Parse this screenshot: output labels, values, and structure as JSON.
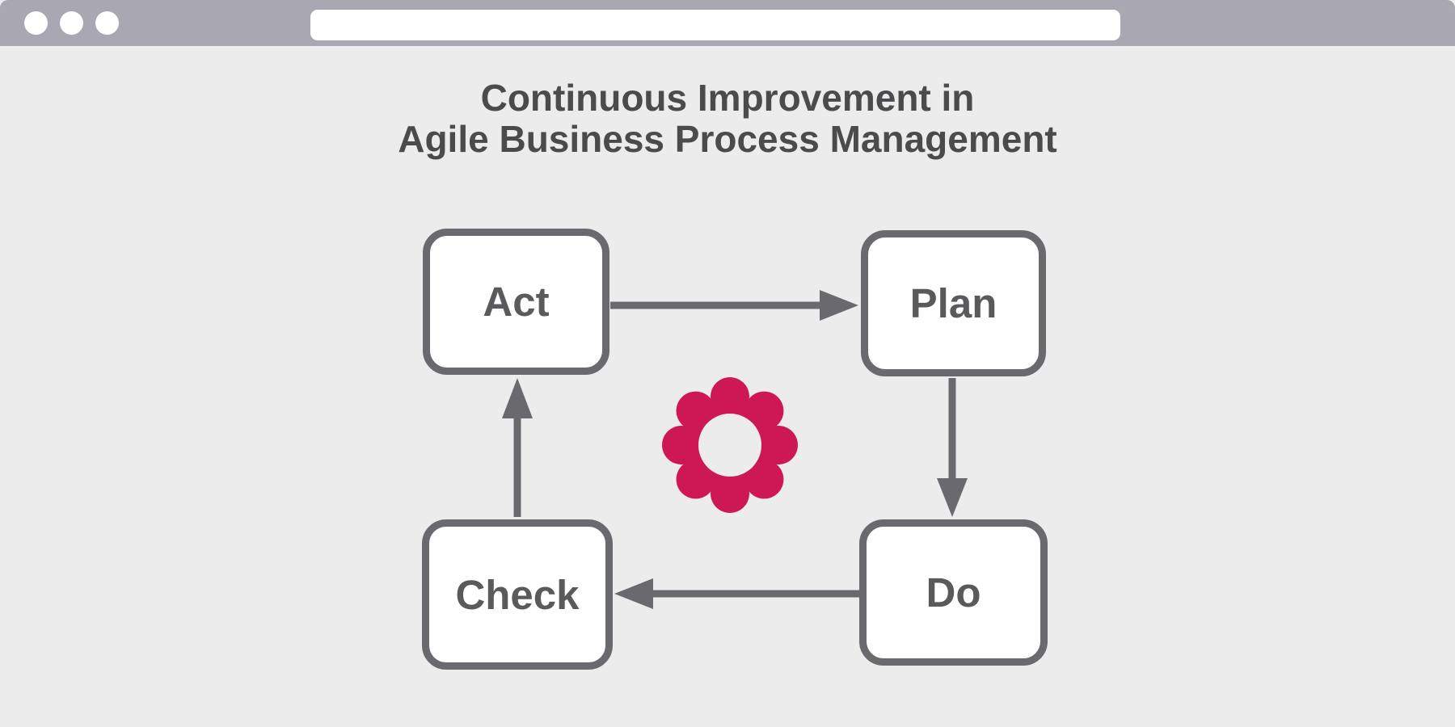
{
  "browser_chrome": {
    "window_dot_count": 3,
    "address_bar_value": ""
  },
  "title": {
    "line1": "Continuous Improvement in",
    "line2": "Agile Business Process Management"
  },
  "diagram": {
    "type": "cycle",
    "nodes": [
      {
        "id": "act",
        "label": "Act",
        "position": "top-left"
      },
      {
        "id": "plan",
        "label": "Plan",
        "position": "top-right"
      },
      {
        "id": "do",
        "label": "Do",
        "position": "bottom-right"
      },
      {
        "id": "check",
        "label": "Check",
        "position": "bottom-left"
      }
    ],
    "edges": [
      {
        "from": "Act",
        "to": "Plan"
      },
      {
        "from": "Plan",
        "to": "Do"
      },
      {
        "from": "Do",
        "to": "Check"
      },
      {
        "from": "Check",
        "to": "Act"
      }
    ],
    "center_icon": "flower-icon"
  },
  "colors": {
    "background": "#EDECEC",
    "chrome_bar": "#A8A7B2",
    "node_fill": "#FFFFFF",
    "node_border": "#6A6A6E",
    "arrow": "#6A6A6E",
    "node_label": "#5A5A5D",
    "title_text": "#4B4B4D",
    "flower": "#CE1856"
  }
}
